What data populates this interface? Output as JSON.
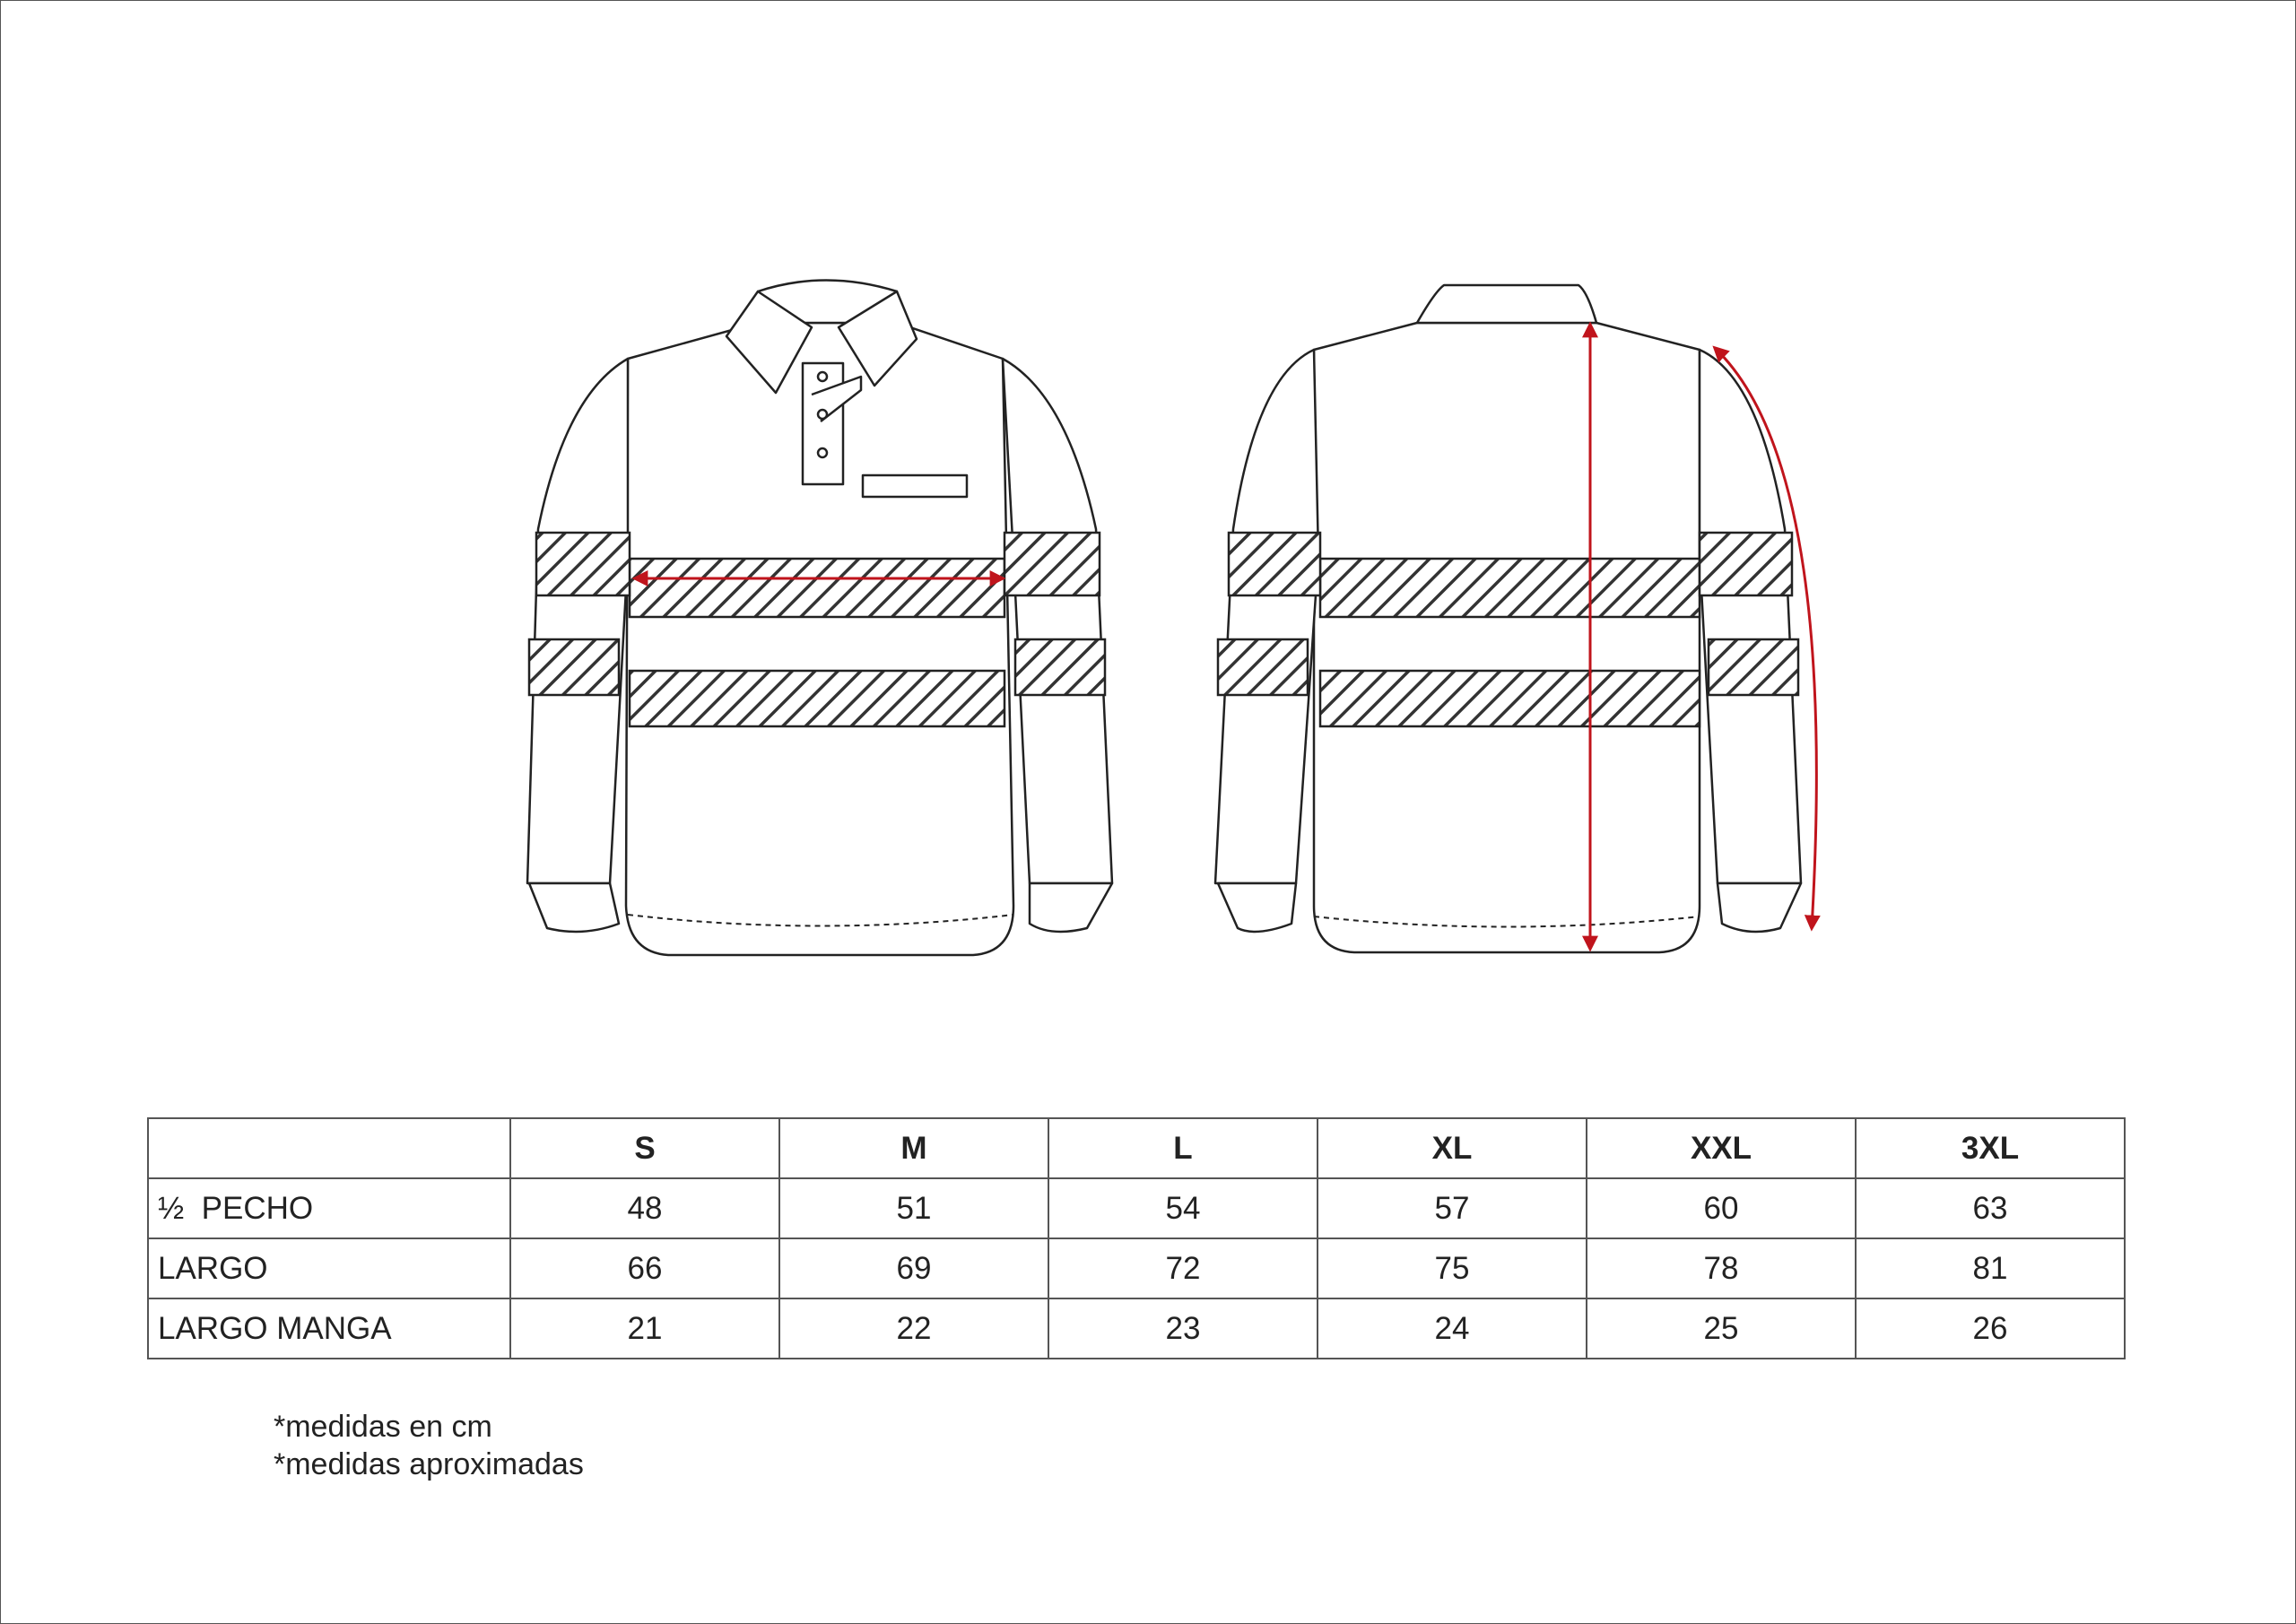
{
  "table": {
    "headers": [
      "",
      "S",
      "M",
      "L",
      "XL",
      "XXL",
      "3XL"
    ],
    "rows": [
      {
        "label": "½  PECHO",
        "values": [
          "48",
          "51",
          "54",
          "57",
          "60",
          "63"
        ]
      },
      {
        "label": "LARGO",
        "values": [
          "66",
          "69",
          "72",
          "75",
          "78",
          "81"
        ]
      },
      {
        "label": "LARGO MANGA",
        "values": [
          "21",
          "22",
          "23",
          "24",
          "25",
          "26"
        ]
      }
    ]
  },
  "notes": [
    "*medidas en cm",
    "*medidas aproximadas"
  ],
  "colors": {
    "line": "#222222",
    "measure_arrow": "#c0141c",
    "border": "#555555"
  }
}
